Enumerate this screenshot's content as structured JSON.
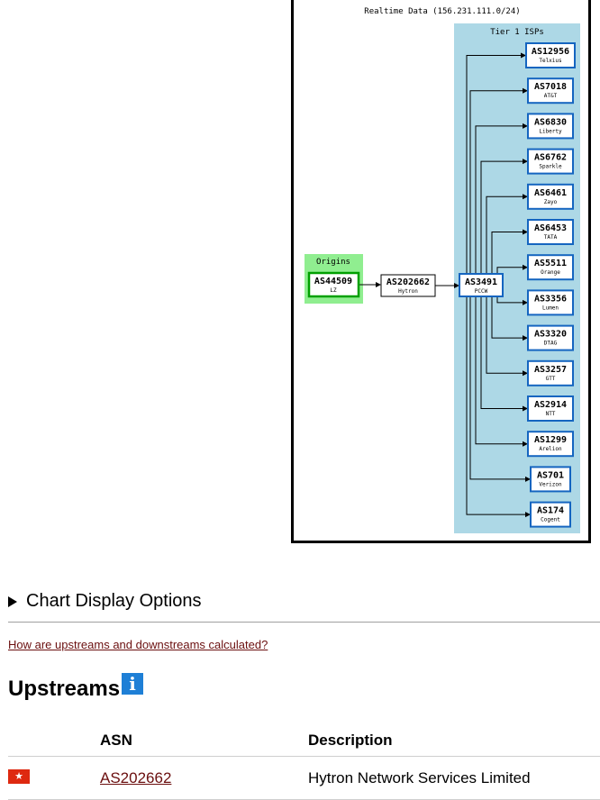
{
  "graph": {
    "title": "Realtime Data (156.231.111.0/24)",
    "cluster_origins": "Origins",
    "cluster_tier1": "Tier 1 ISPs",
    "origin": {
      "asn": "AS44509",
      "name": "LZ"
    },
    "upstream": {
      "asn": "AS202662",
      "name": "Hytron"
    },
    "transit": {
      "asn": "AS3491",
      "name": "PCCW"
    },
    "tier1": [
      {
        "asn": "AS12956",
        "name": "Telxius"
      },
      {
        "asn": "AS7018",
        "name": "AT&T"
      },
      {
        "asn": "AS6830",
        "name": "Liberty"
      },
      {
        "asn": "AS6762",
        "name": "Sparkle"
      },
      {
        "asn": "AS6461",
        "name": "Zayo"
      },
      {
        "asn": "AS6453",
        "name": "TATA"
      },
      {
        "asn": "AS5511",
        "name": "Orange"
      },
      {
        "asn": "AS3356",
        "name": "Lumen"
      },
      {
        "asn": "AS3320",
        "name": "DTAG"
      },
      {
        "asn": "AS3257",
        "name": "GTT"
      },
      {
        "asn": "AS2914",
        "name": "NTT"
      },
      {
        "asn": "AS1299",
        "name": "Arelion"
      },
      {
        "asn": "AS701",
        "name": "Verizon"
      },
      {
        "asn": "AS174",
        "name": "Cogent"
      }
    ],
    "colors": {
      "origins_bg": "#90ee90",
      "origin_border": "#00a000",
      "tier1_bg": "#add8e6",
      "node_border": "#1565c0"
    }
  },
  "chart_options": {
    "label": "Chart Display Options"
  },
  "calc_link": "How are upstreams and downstreams calculated?",
  "upstreams": {
    "title": "Upstreams",
    "info_icon": "i",
    "columns": {
      "asn": "ASN",
      "description": "Description"
    },
    "rows": [
      {
        "flag": "HK",
        "flag_icon": "★",
        "asn": "AS202662",
        "description": "Hytron Network Services Limited"
      }
    ]
  }
}
